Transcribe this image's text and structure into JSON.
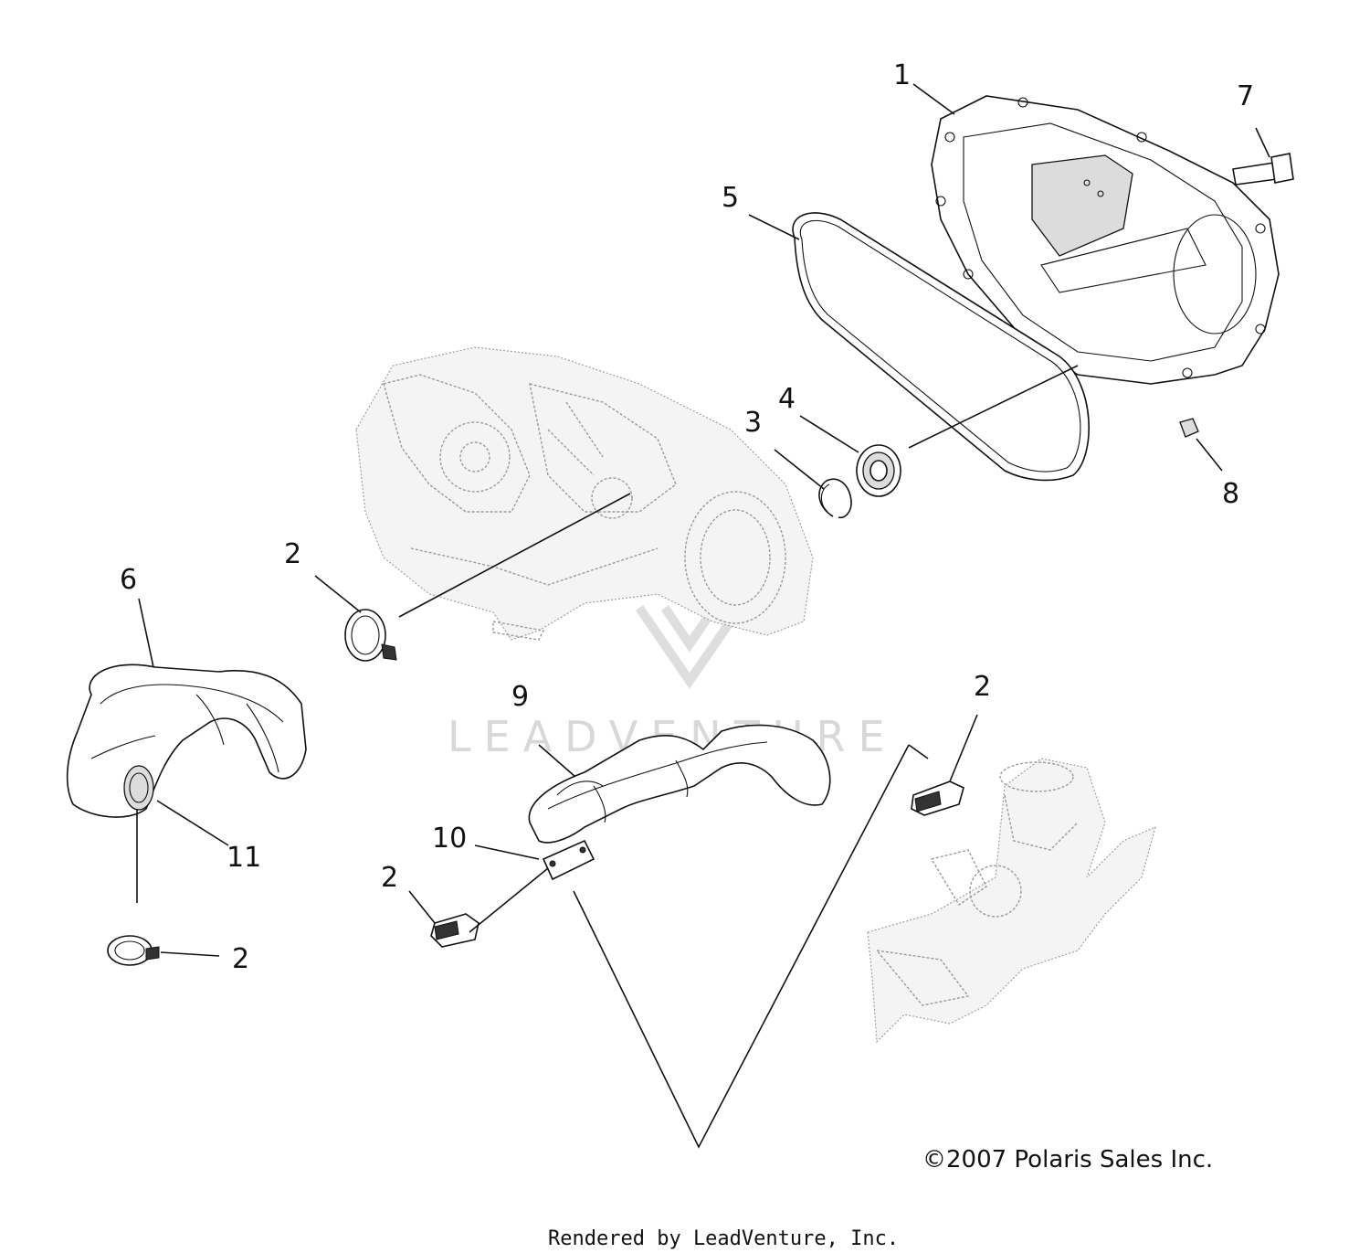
{
  "diagram": {
    "callouts": {
      "c1": "1",
      "c2a": "2",
      "c2b": "2",
      "c2c": "2",
      "c2d": "2",
      "c3": "3",
      "c4": "4",
      "c5": "5",
      "c6": "6",
      "c7": "7",
      "c8": "8",
      "c9": "9",
      "c10": "10",
      "c11": "11"
    },
    "copyright": "©2007 Polaris Sales Inc.",
    "watermark": "LEADVENTURE",
    "footer": "Rendered by LeadVenture, Inc."
  }
}
